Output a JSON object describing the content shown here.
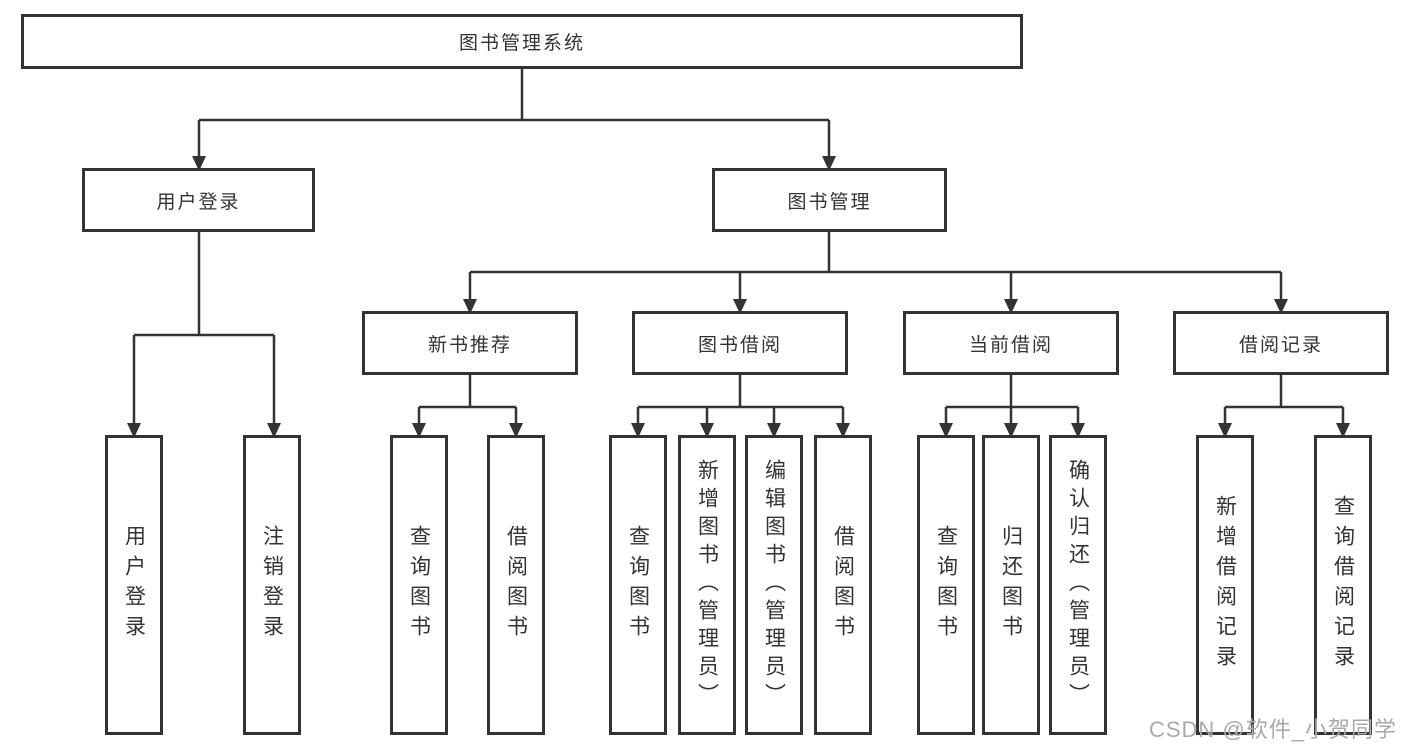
{
  "diagram": {
    "root": {
      "label": "图书管理系统"
    },
    "user_login": {
      "label": "用户登录",
      "children": [
        {
          "label": "用户登录"
        },
        {
          "label": "注销登录"
        }
      ]
    },
    "book_management": {
      "label": "图书管理",
      "sections": [
        {
          "label": "新书推荐",
          "children": [
            {
              "label": "查询图书"
            },
            {
              "label": "借阅图书"
            }
          ]
        },
        {
          "label": "图书借阅",
          "children": [
            {
              "label": "查询图书"
            },
            {
              "label": "新增图书（管理员）"
            },
            {
              "label": "编辑图书（管理员）"
            },
            {
              "label": "借阅图书"
            }
          ]
        },
        {
          "label": "当前借阅",
          "children": [
            {
              "label": "查询图书"
            },
            {
              "label": "归还图书"
            },
            {
              "label": "确认归还（管理员）"
            }
          ]
        },
        {
          "label": "借阅记录",
          "children": [
            {
              "label": "新增借阅记录"
            },
            {
              "label": "查询借阅记录"
            }
          ]
        }
      ]
    }
  },
  "watermark": {
    "text": "CSDN @软件_小贺同学"
  },
  "colors": {
    "line": "#333333",
    "watermark": "#a9a9a9"
  }
}
